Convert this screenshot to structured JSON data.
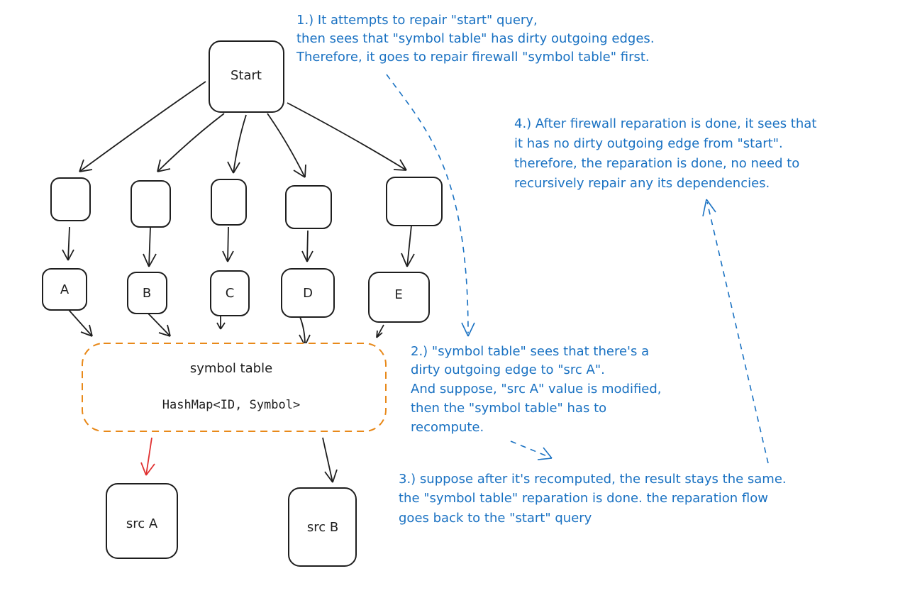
{
  "nodes": {
    "start": "Start",
    "a": "A",
    "b": "B",
    "c": "C",
    "d": "D",
    "e": "E",
    "symbol_table_title": "symbol table",
    "symbol_table_type": "HashMap<ID, Symbol>",
    "src_a": "src A",
    "src_b": "src B"
  },
  "notes": {
    "step1": [
      "1.) It attempts to repair \"start\" query,",
      "then sees that \"symbol table\" has dirty outgoing edges.",
      "Therefore, it goes to repair firewall \"symbol table\" first."
    ],
    "step2": [
      "2.) \"symbol table\" sees that there's a",
      "dirty outgoing edge to \"src A\".",
      "And suppose, \"src A\" value is modified,",
      "then the \"symbol table\" has to",
      "recompute."
    ],
    "step3": [
      "3.) suppose after it's recomputed, the result stays the same.",
      "the \"symbol table\" reparation is done. the reparation flow",
      "goes back to the \"start\" query"
    ],
    "step4": [
      "4.) After firewall reparation is done, it sees that",
      "it has no dirty outgoing edge from \"start\".",
      "therefore, the reparation is done, no need to",
      "recursively repair any its dependencies."
    ]
  },
  "colors": {
    "stroke": "#1e1e1e",
    "firewall": "#e8891a",
    "dirty_edge": "#e03131",
    "annotation": "#1971c2"
  }
}
